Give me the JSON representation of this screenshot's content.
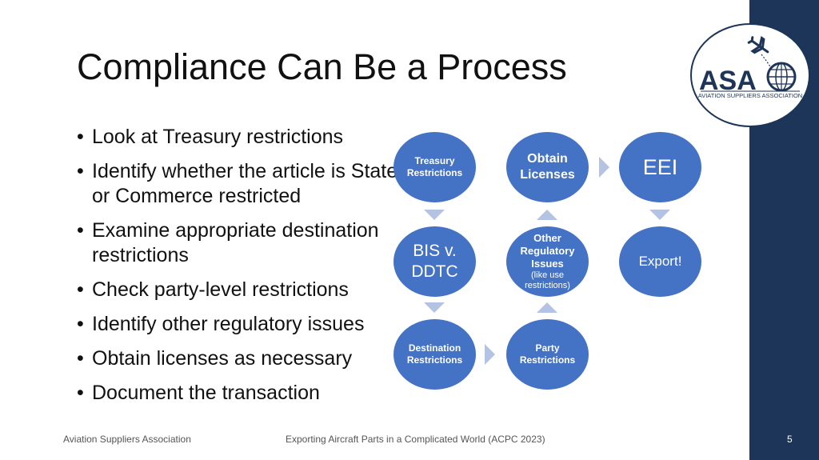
{
  "slide": {
    "title": "Compliance Can Be a Process",
    "bullets": [
      "Look at Treasury restrictions",
      "Identify whether the article is State or Commerce restricted",
      "Examine appropriate destination restrictions",
      "Check party-level restrictions",
      "Identify other regulatory issues",
      "Obtain licenses as necessary",
      "Document the transaction"
    ]
  },
  "diagram": {
    "node_color": "#4472c4",
    "arrow_color": "#b4c3e3",
    "nodes": {
      "treasury": "Treasury Restrictions",
      "bis": "BIS v. DDTC",
      "destination": "Destination Restrictions",
      "party": "Party Restrictions",
      "other": "Other Regulatory Issues",
      "other_sub": "(like use restrictions)",
      "licenses": "Obtain Licenses",
      "eei": "EEI",
      "export": "Export!"
    }
  },
  "logo": {
    "letters": "ASA",
    "name": "AVIATION SUPPLIERS ASSOCIATION",
    "primary_color": "#1d3559"
  },
  "footer": {
    "left": "Aviation Suppliers Association",
    "center": "Exporting Aircraft Parts in a Complicated World (ACPC 2023)",
    "page": "5"
  }
}
